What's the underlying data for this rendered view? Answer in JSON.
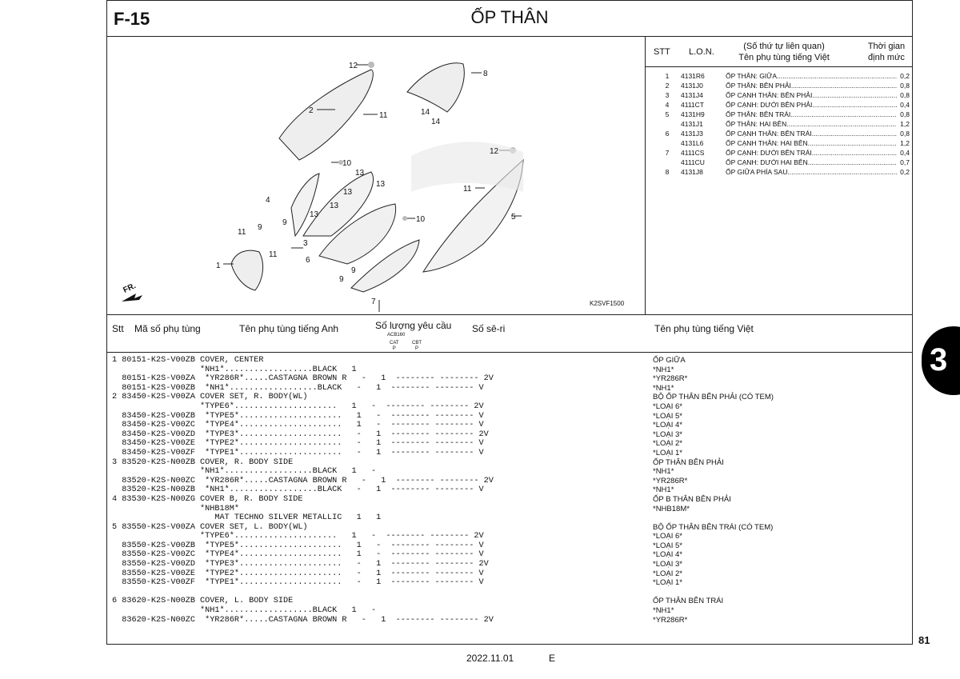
{
  "header": {
    "code": "F-15",
    "title": "ỐP THÂN"
  },
  "stt_table": {
    "headers": [
      "STT",
      "L.O.N.",
      "(Số thứ tự liên quan)\nTên phụ tùng tiếng Việt",
      "Thời gian\nđịnh mức"
    ],
    "rows": [
      {
        "n": "1",
        "code": "4131R6",
        "desc": "ỐP THÂN: GIỮA",
        "time": "0,2"
      },
      {
        "n": "2",
        "code": "4131J0",
        "desc": "ỐP THÂN: BÊN PHẢI",
        "time": "0,8"
      },
      {
        "n": "3",
        "code": "4131J4",
        "desc": "ỐP CẠNH THÂN: BÊN PHẢI",
        "time": "0,8"
      },
      {
        "n": "4",
        "code": "4111CT",
        "desc": "ỐP CẠNH: DƯỚI BÊN PHẢI",
        "time": "0,4"
      },
      {
        "n": "5",
        "code": "4131H9",
        "desc": "ỐP THÂN: BÊN TRÁI",
        "time": "0,8"
      },
      {
        "n": "",
        "code": "4131J1",
        "desc": "ỐP THÂN: HAI BÊN",
        "time": "1,2"
      },
      {
        "n": "6",
        "code": "4131J3",
        "desc": "ỐP CẠNH THÂN: BÊN TRÁI",
        "time": "0,8"
      },
      {
        "n": "",
        "code": "4131L6",
        "desc": "ỐP CẠNH THÂN: HAI BÊN",
        "time": "1,2"
      },
      {
        "n": "7",
        "code": "4111CS",
        "desc": "ỐP CẠNH: DƯỚI BÊN TRÁI",
        "time": "0,4"
      },
      {
        "n": "",
        "code": "4111CU",
        "desc": "ỐP CẠNH: DƯỚI HAI BÊN",
        "time": "0,7"
      },
      {
        "n": "8",
        "code": "4131J8",
        "desc": "ỐP GIỮA PHÍA SAU",
        "time": "0,2"
      }
    ]
  },
  "diagram": {
    "fr_label": "FR.",
    "code": "K2SVF1500",
    "callouts": [
      "12",
      "8",
      "2",
      "11",
      "14",
      "14",
      "12",
      "10",
      "13",
      "13",
      "11",
      "4",
      "13",
      "13",
      "13",
      "10",
      "5",
      "9",
      "9",
      "11",
      "3",
      "11",
      "6",
      "9",
      "1",
      "9",
      "7"
    ]
  },
  "parts_header": {
    "stt": "Stt",
    "part_no": "Mã số phụ tùng",
    "name_en": "Tên phụ tùng tiếng Anh",
    "qty": "Số lượng yêu cầu",
    "qty_model": "ACB160",
    "qty_cat": "CAT\nP",
    "qty_cbt": "CBT\nP",
    "serial": "Số sê-ri",
    "name_vn": "Tên phụ tùng tiếng Việt"
  },
  "parts": [
    {
      "line": "1 80151-K2S-V00ZB COVER, CENTER",
      "vn": "ỐP GIỮA"
    },
    {
      "line": "                  *NH1*..................BLACK   1",
      "vn": "*NH1*"
    },
    {
      "line": "  80151-K2S-V00ZA  *YR286R*.....CASTAGNA BROWN R   -   1  -------- -------- 2V",
      "vn": "*YR286R*"
    },
    {
      "line": "  80151-K2S-V00ZB  *NH1*..................BLACK   -   1  -------- -------- V",
      "vn": "*NH1*"
    },
    {
      "line": "2 83450-K2S-V00ZA COVER SET, R. BODY(WL)",
      "vn": "BỘ ỐP THÂN BÊN PHẢI (CÓ TEM)"
    },
    {
      "line": "                  *TYPE6*.....................   1   -  -------- -------- 2V",
      "vn": "*LOẠI 6*"
    },
    {
      "line": "  83450-K2S-V00ZB  *TYPE5*.....................   1   -  -------- -------- V",
      "vn": "*LOẠI 5*"
    },
    {
      "line": "  83450-K2S-V00ZC  *TYPE4*.....................   1   -  -------- -------- V",
      "vn": "*LOẠI 4*"
    },
    {
      "line": "  83450-K2S-V00ZD  *TYPE3*.....................   -   1  -------- -------- 2V",
      "vn": "*LOẠI 3*"
    },
    {
      "line": "  83450-K2S-V00ZE  *TYPE2*.....................   -   1  -------- -------- V",
      "vn": "*LOẠI 2*"
    },
    {
      "line": "  83450-K2S-V00ZF  *TYPE1*.....................   -   1  -------- -------- V",
      "vn": "*LOẠI 1*"
    },
    {
      "line": "3 83520-K2S-N00ZB COVER, R. BODY SIDE",
      "vn": "ỐP THÂN BÊN PHẢI"
    },
    {
      "line": "                  *NH1*..................BLACK   1   -",
      "vn": "*NH1*"
    },
    {
      "line": "  83520-K2S-N00ZC  *YR286R*.....CASTAGNA BROWN R   -   1  -------- -------- 2V",
      "vn": "*YR286R*"
    },
    {
      "line": "  83520-K2S-N00ZB  *NH1*..................BLACK   -   1  -------- -------- V",
      "vn": "*NH1*"
    },
    {
      "line": "4 83530-K2S-N00ZG COVER B, R. BODY SIDE",
      "vn": "ỐP B THÂN BÊN PHẢI"
    },
    {
      "line": "                  *NHB18M*",
      "vn": "*NHB18M*"
    },
    {
      "line": "                     MAT TECHNO SILVER METALLIC   1   1",
      "vn": ""
    },
    {
      "line": "5 83550-K2S-V00ZA COVER SET, L. BODY(WL)",
      "vn": "BỘ ỐP THÂN BÊN TRÁI (CÓ TEM)"
    },
    {
      "line": "                  *TYPE6*.....................   1   -  -------- -------- 2V",
      "vn": "*LOẠI 6*"
    },
    {
      "line": "  83550-K2S-V00ZB  *TYPE5*.....................   1   -  -------- -------- V",
      "vn": "*LOẠI 5*"
    },
    {
      "line": "  83550-K2S-V00ZC  *TYPE4*.....................   1   -  -------- -------- V",
      "vn": "*LOẠI 4*"
    },
    {
      "line": "  83550-K2S-V00ZD  *TYPE3*.....................   -   1  -------- -------- 2V",
      "vn": "*LOẠI 3*"
    },
    {
      "line": "  83550-K2S-V00ZE  *TYPE2*.....................   -   1  -------- -------- V",
      "vn": "*LOẠI 2*"
    },
    {
      "line": "  83550-K2S-V00ZF  *TYPE1*.....................   -   1  -------- -------- V",
      "vn": "*LOẠI 1*"
    },
    {
      "line": "",
      "vn": ""
    },
    {
      "line": "6 83620-K2S-N00ZB COVER, L. BODY SIDE",
      "vn": "ỐP THÂN BÊN TRÁI"
    },
    {
      "line": "                  *NH1*..................BLACK   1   -",
      "vn": "*NH1*"
    },
    {
      "line": "  83620-K2S-N00ZC  *YR286R*.....CASTAGNA BROWN R   -   1  -------- -------- 2V",
      "vn": "*YR286R*"
    }
  ],
  "page": {
    "number": "81",
    "section_tab": "3",
    "date": "2022.11.01",
    "edition": "E"
  }
}
